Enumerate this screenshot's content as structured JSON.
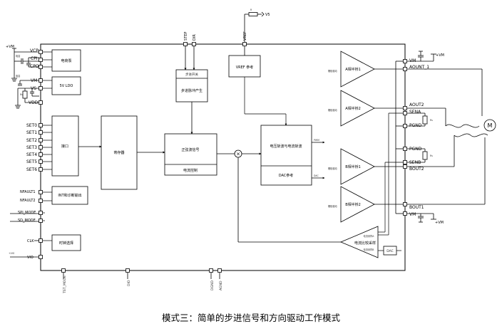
{
  "caption": "模式三：简单的步进信号和方向驱动工作模式",
  "supply": {
    "top_v5": "V5",
    "vm_left": "+VM",
    "vm_right_top": "+VM",
    "vm_right_bottom": "+VM",
    "vio": "+VIO"
  },
  "left_pins": {
    "vcp": "VCP",
    "cpi": "CPI",
    "cpo": "CPO",
    "vm": "VM",
    "vs": "VS",
    "vdd": "VDD",
    "set0": "SET0",
    "set1": "SET1",
    "set2": "SET2",
    "set3": "SET3",
    "set4": "SET4",
    "set5": "SET5",
    "set6": "SET6",
    "nfault1": "NFAULT1",
    "nfault2": "NFAULT2",
    "spi_mode": "SPI_MODE",
    "sd_mode": "SD_MODE",
    "clk": "CLK",
    "vio": "VIO"
  },
  "top_pins": {
    "step": "STEP",
    "dir": "DIR",
    "vref": "VREF"
  },
  "bottom_pins": {
    "tst_mode": "TST_MODE",
    "dio": "DIO",
    "dgnd": "DGND",
    "agnd": "AGND"
  },
  "right_pins": {
    "vm_top": "VM",
    "aout1": "AOUNT_1",
    "aout2": "AOUT2",
    "sena": "SENA",
    "pgnd_a": "PGND",
    "pgnd_b": "PGND",
    "senb": "SENB",
    "bout2": "BOUT2",
    "bout1": "BOUT1",
    "vm_bottom": "VM"
  },
  "blocks": {
    "charge_pump": "电荷泵",
    "ldo": "5V LDO",
    "interface": "接口",
    "register": "寄存器",
    "int_fault": "INT和诊断输出",
    "clock_select": "时钟选择",
    "step_logic_top": "步进开关",
    "step_logic": "步进脉冲产生",
    "vref_block": "VREF 参考",
    "sine_signal": "正弦波信号",
    "current_ctrl": "电流控制",
    "voltage_conv": "电压斩波与电流斩波",
    "dac_ref": "DAC参考",
    "bridge_a1": "A相半桥1",
    "bridge_a2": "A相半桥2",
    "bridge_b1": "B相半桥1",
    "bridge_b2": "B相半桥2",
    "current_compare": "电流比较采样",
    "dac_small": "DAC",
    "motor": "M"
  },
  "tiny_labels": {
    "gate_driver": "栅极驱动",
    "cap_label": "电容",
    "res_label": "Rs",
    "dac_out": "DAC",
    "sample_a": "电流采样A",
    "sample_b": "电流采样B"
  },
  "colors": {
    "line": "#000000",
    "fill": "#ffffff"
  }
}
